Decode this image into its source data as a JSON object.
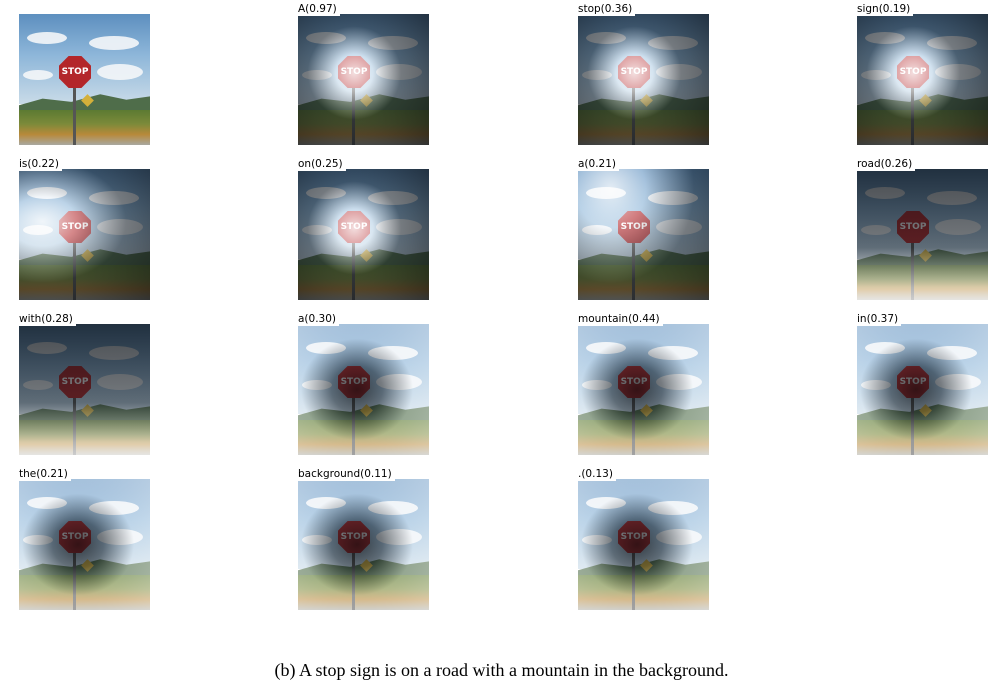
{
  "cells": [
    {
      "label": "",
      "original": true
    },
    {
      "label": "A(0.97)",
      "focus": "sign"
    },
    {
      "label": "stop(0.36)",
      "focus": "sign"
    },
    {
      "label": "sign(0.19)",
      "focus": "sign"
    },
    {
      "label": "is(0.22)",
      "focus": "left"
    },
    {
      "label": "on(0.25)",
      "focus": "sign"
    },
    {
      "label": "a(0.21)",
      "focus": "upper-left"
    },
    {
      "label": "road(0.26)",
      "focus": "bottom"
    },
    {
      "label": "with(0.28)",
      "focus": "bottom"
    },
    {
      "label": "a(0.30)",
      "focus": "background"
    },
    {
      "label": "mountain(0.44)",
      "focus": "background"
    },
    {
      "label": "in(0.37)",
      "focus": "background"
    },
    {
      "label": "the(0.21)",
      "focus": "background"
    },
    {
      "label": "background(0.11)",
      "focus": "background"
    },
    {
      "label": ".(0.13)",
      "focus": "background"
    }
  ],
  "sign_text": "STOP",
  "caption": "(b) A stop sign is on a road with a mountain in the background."
}
